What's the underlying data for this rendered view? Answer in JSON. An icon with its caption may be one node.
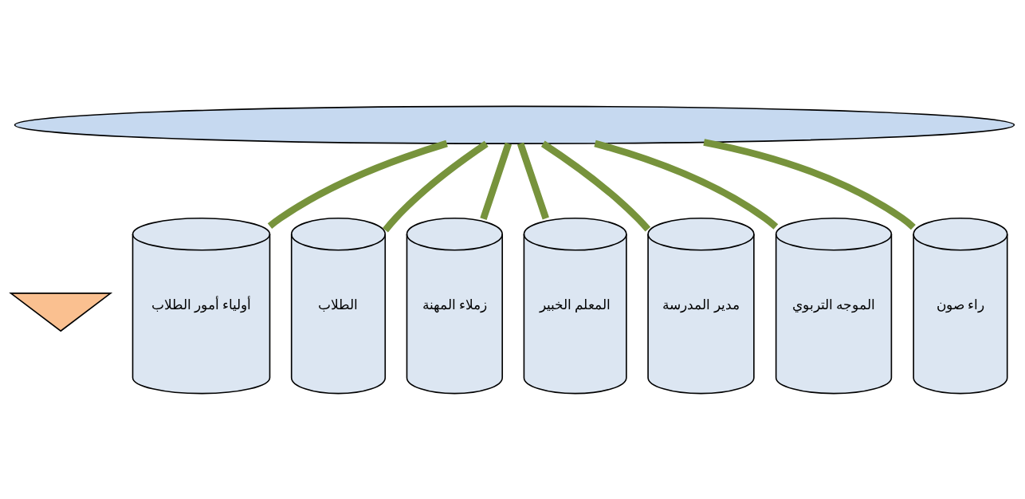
{
  "diagram": {
    "nodes": [
      {
        "text": [],
        "shape": "ellipse"
      },
      {
        "text": [],
        "shape": "triangle"
      },
      {
        "text": [
          "أولياء أمور الطلاب"
        ]
      },
      {
        "text": [
          "الطلاب"
        ]
      },
      {
        "text": [
          "زملاء المهنة"
        ]
      },
      {
        "text": [
          "المعلم الخبير"
        ]
      },
      {
        "text": [
          "مدير المدرسة"
        ]
      },
      {
        "text": [
          "الموجه التربوي"
        ]
      },
      {
        "text": [
          "راء صون"
        ]
      }
    ],
    "edges": [
      {
        "from": 0,
        "to": 2,
        "arrow": "none"
      },
      {
        "from": 0,
        "to": 3,
        "arrow": "none"
      },
      {
        "from": 0,
        "to": 4,
        "arrow": "none"
      },
      {
        "from": 0,
        "to": 5,
        "arrow": "none"
      },
      {
        "from": 0,
        "to": 6,
        "arrow": "none"
      },
      {
        "from": 0,
        "to": 7,
        "arrow": "none"
      },
      {
        "from": 0,
        "to": 8,
        "arrow": "none"
      }
    ]
  }
}
